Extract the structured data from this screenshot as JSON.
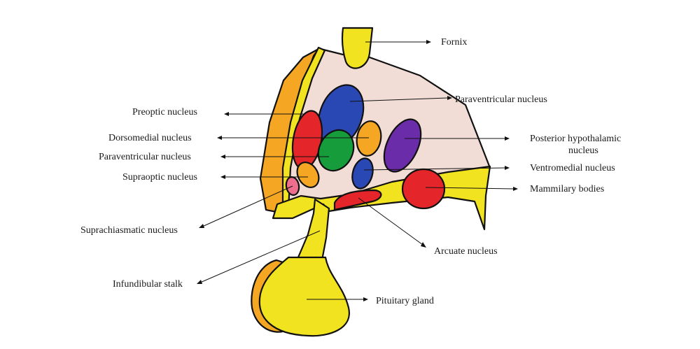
{
  "labels": {
    "fornix": "Fornix",
    "paraventricular_right": "Paraventricular nucleus",
    "preoptic": "Preoptic nucleus",
    "dorsomedial": "Dorsomedial nucleus",
    "paraventricular_left": "Paraventricular nucleus",
    "supraoptic": "Supraoptic nucleus",
    "posterior_line1": "Posterior hypothalamic",
    "posterior_line2": "nucleus",
    "ventromedial": "Ventromedial nucleus",
    "mammillary": "Mammilary bodies",
    "suprachiasmatic": "Suprachiasmatic nucleus",
    "arcuate": "Arcuate nucleus",
    "infundibular": "Infundibular stalk",
    "pituitary": "Pituitary gland"
  },
  "colors": {
    "background": "#ffffff",
    "hypothalamus_fill": "#f1ddd6",
    "yellow": "#f2e321",
    "orange": "#f5a623",
    "red": "#e4262a",
    "blue": "#2a48b4",
    "green": "#169c3a",
    "purple": "#6a2ca8",
    "pink": "#ee6f8d",
    "outline": "#111111"
  }
}
